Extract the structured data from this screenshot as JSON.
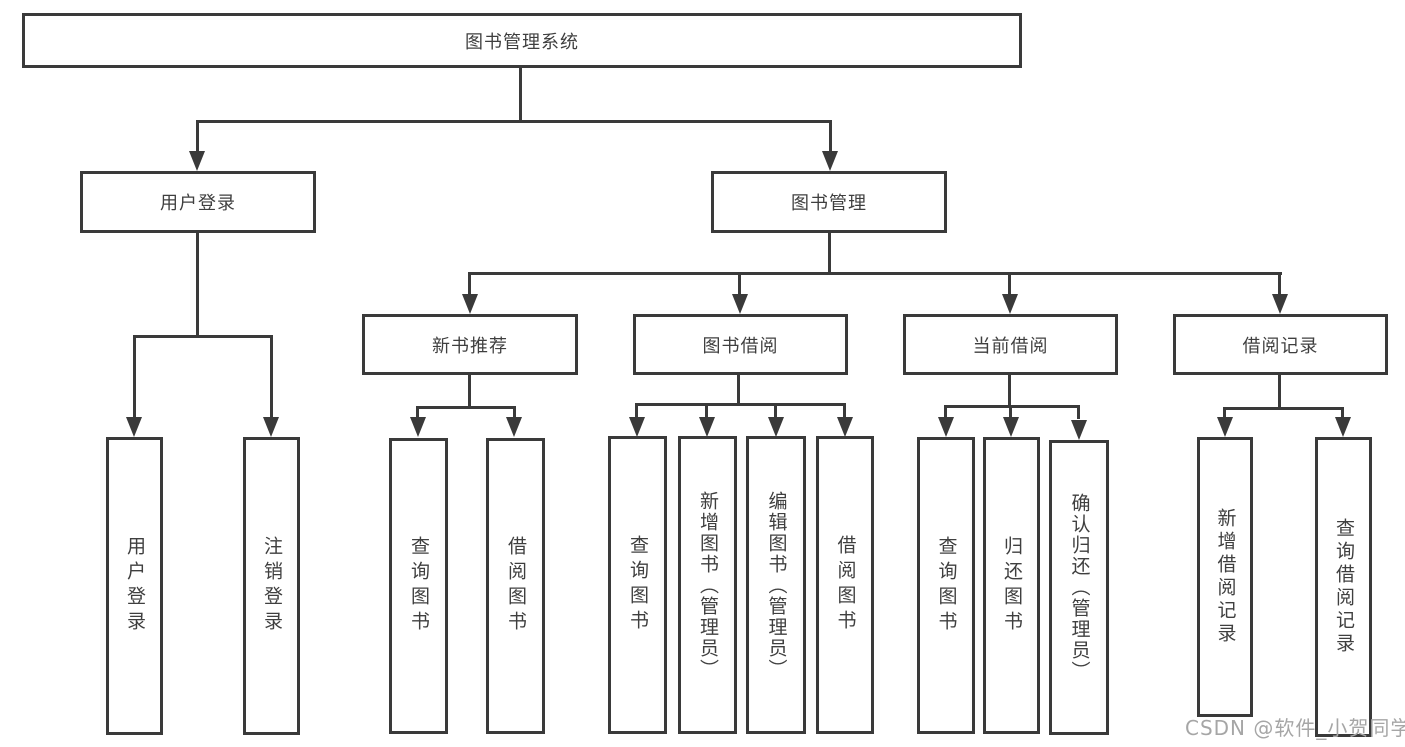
{
  "tree": {
    "label": "图书管理系统",
    "children": [
      {
        "label": "用户登录",
        "children": [
          {
            "label": "用户登录"
          },
          {
            "label": "注销登录"
          }
        ]
      },
      {
        "label": "图书管理",
        "children": [
          {
            "label": "新书推荐",
            "children": [
              {
                "label": "查询图书"
              },
              {
                "label": "借阅图书"
              }
            ]
          },
          {
            "label": "图书借阅",
            "children": [
              {
                "label": "查询图书"
              },
              {
                "label": "新增图书（管理员）"
              },
              {
                "label": "编辑图书（管理员）"
              },
              {
                "label": "借阅图书"
              }
            ]
          },
          {
            "label": "当前借阅",
            "children": [
              {
                "label": "查询图书"
              },
              {
                "label": "归还图书"
              },
              {
                "label": "确认归还（管理员）"
              }
            ]
          },
          {
            "label": "借阅记录",
            "children": [
              {
                "label": "新增借阅记录"
              },
              {
                "label": "查询借阅记录"
              }
            ]
          }
        ]
      }
    ]
  },
  "watermark": {
    "text": "CSDN @软件_小贺同学"
  },
  "colors": {
    "line": "#3a3a3a",
    "text": "#3f3f3f",
    "background": "#ffffff",
    "watermark": "#a6a6a6"
  }
}
